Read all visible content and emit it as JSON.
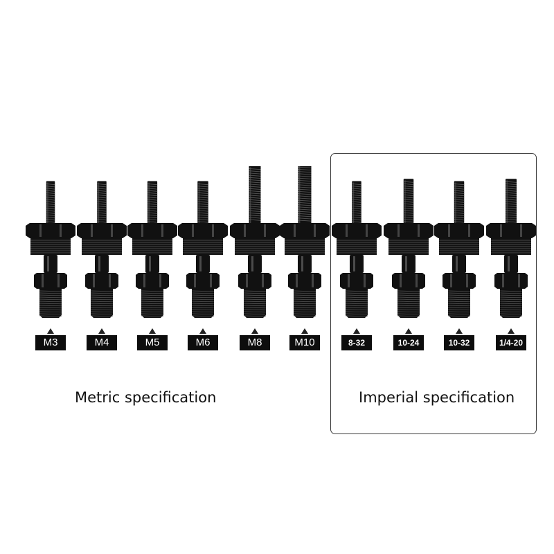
{
  "groups": [
    {
      "caption": "Metric specification",
      "tools": [
        {
          "label": "M3",
          "thread_scale": 0.55,
          "thread_length": 0.35
        },
        {
          "label": "M4",
          "thread_scale": 0.65,
          "thread_length": 0.35
        },
        {
          "label": "M5",
          "thread_scale": 0.72,
          "thread_length": 0.35
        },
        {
          "label": "M6",
          "thread_scale": 0.85,
          "thread_length": 0.35
        },
        {
          "label": "M8",
          "thread_scale": 1.0,
          "thread_length": 0.55
        },
        {
          "label": "M10",
          "thread_scale": 1.2,
          "thread_length": 0.6
        }
      ]
    },
    {
      "caption": "Imperial specification",
      "tools": [
        {
          "label": "8-32",
          "thread_scale": 0.65,
          "thread_length": 0.35
        },
        {
          "label": "10-24",
          "thread_scale": 0.75,
          "thread_length": 0.38
        },
        {
          "label": "10-32",
          "thread_scale": 0.75,
          "thread_length": 0.35
        },
        {
          "label": "1/4-20",
          "thread_scale": 0.9,
          "thread_length": 0.38
        }
      ]
    }
  ],
  "colors": {
    "steel": "#111111",
    "steel_highlight": "#5a5a5a",
    "label_bg": "#0d0d0d",
    "label_text": "#ffffff",
    "frame": "#3a3a3a"
  }
}
